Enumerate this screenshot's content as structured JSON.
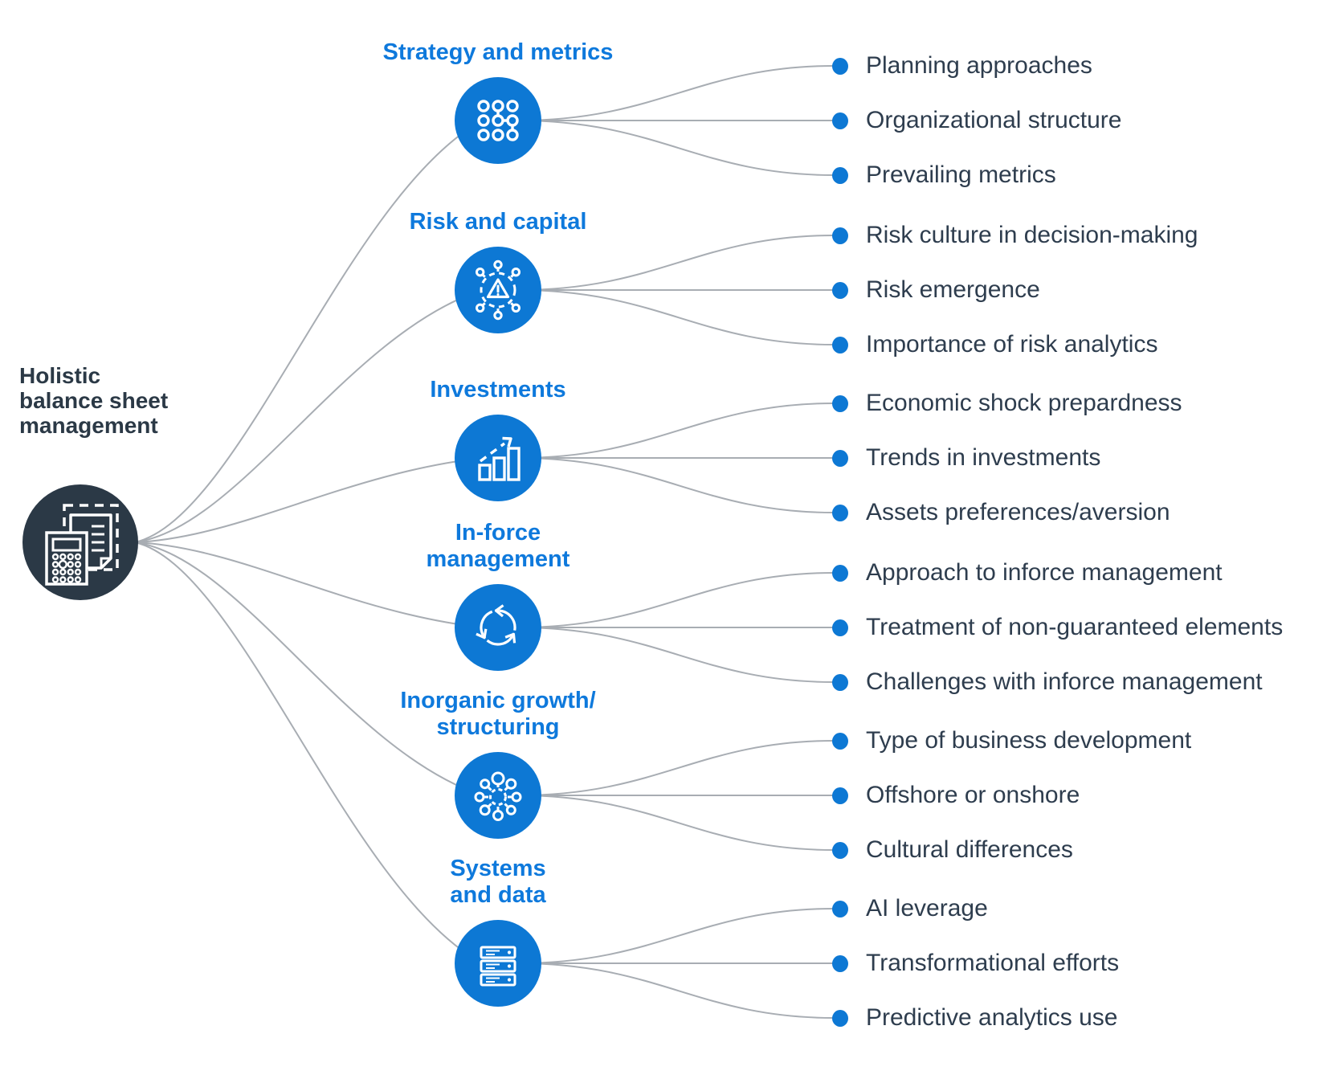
{
  "colors": {
    "node_blue": "#0d78d4",
    "label_blue": "#0e79dc",
    "root_navy": "#2b3946",
    "leaf_text": "#2e3d4e",
    "connector_gray": "#a8adb3",
    "background": "#ffffff"
  },
  "root": {
    "title": "Holistic balance sheet management",
    "icon": "calculator-documents-icon"
  },
  "branches": [
    {
      "label_lines": [
        "Strategy and metrics"
      ],
      "icon": "grid-dots-path-icon",
      "items": [
        "Planning approaches",
        "Organizational structure",
        "Prevailing metrics"
      ]
    },
    {
      "label_lines": [
        "Risk and capital"
      ],
      "icon": "risk-alert-network-icon",
      "items": [
        "Risk culture in decision-making",
        "Risk emergence",
        "Importance of risk analytics"
      ]
    },
    {
      "label_lines": [
        "Investments"
      ],
      "icon": "growth-chart-arrow-icon",
      "items": [
        "Economic shock prepardness",
        "Trends in investments",
        "Assets preferences/aversion"
      ]
    },
    {
      "label_lines": [
        "In-force",
        "management"
      ],
      "icon": "cycle-arrows-icon",
      "items": [
        "Approach to inforce management",
        "Treatment of non-guaranteed elements",
        "Challenges with inforce management"
      ]
    },
    {
      "label_lines": [
        "Inorganic growth/",
        "structuring"
      ],
      "icon": "hub-spoke-network-icon",
      "items": [
        "Type of business development",
        "Offshore or onshore",
        "Cultural differences"
      ]
    },
    {
      "label_lines": [
        "Systems",
        "and data"
      ],
      "icon": "server-data-icon",
      "items": [
        "AI leverage",
        "Transformational efforts",
        "Predictive analytics use"
      ]
    }
  ]
}
